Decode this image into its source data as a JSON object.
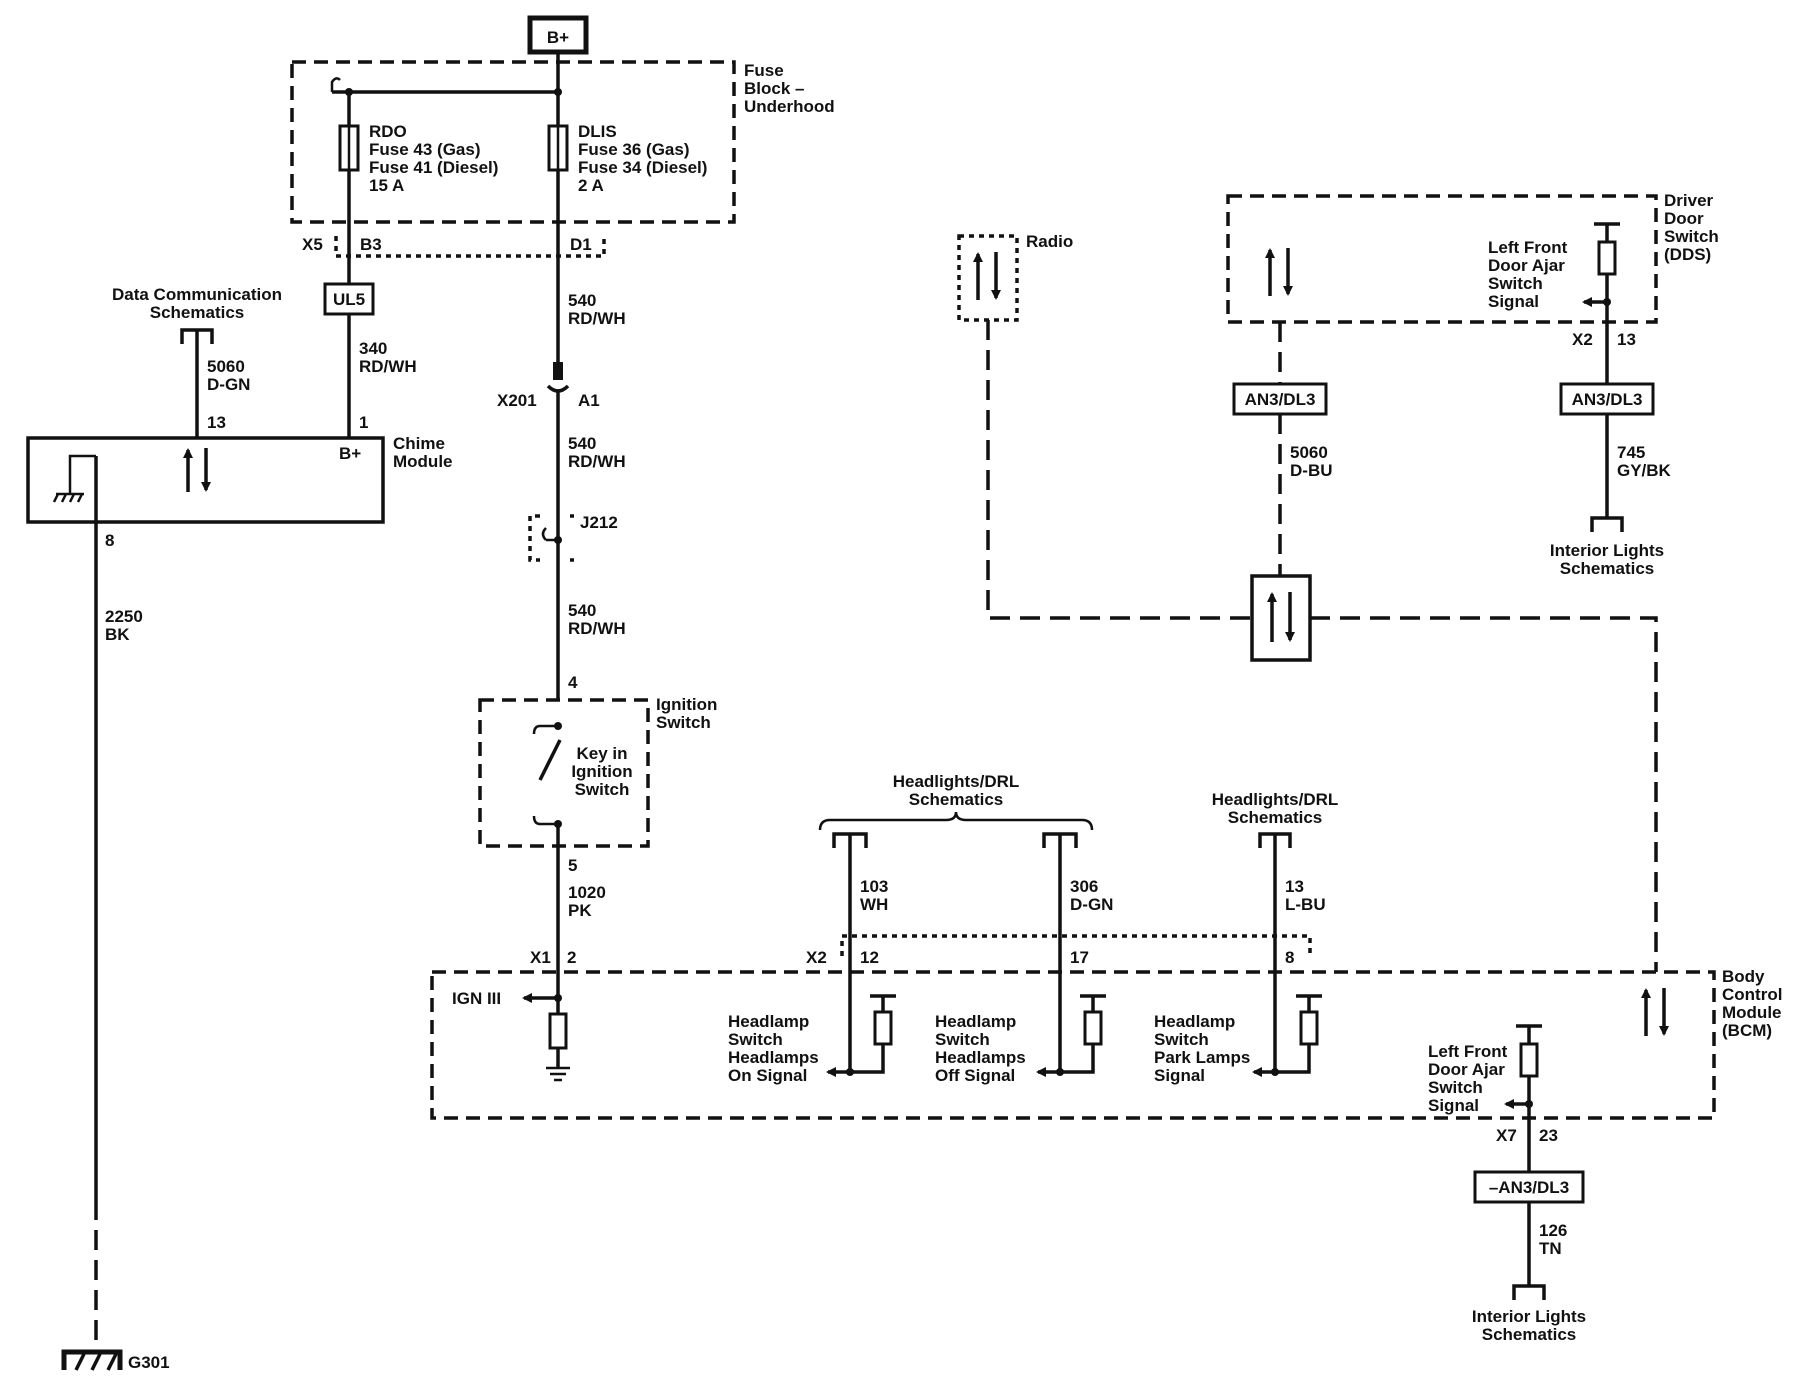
{
  "power": {
    "label": "B+"
  },
  "fuse_block": {
    "line1": "Fuse",
    "line2": "Block –",
    "line3": "Underhood"
  },
  "fuse_rdo": {
    "name": "RDO",
    "line1": "Fuse 43 (Gas)",
    "line2": "Fuse 41 (Diesel)",
    "rating": "15 A"
  },
  "fuse_dlis": {
    "name": "DLIS",
    "line1": "Fuse 36 (Gas)",
    "line2": "Fuse 34 (Diesel)",
    "rating": "2 A"
  },
  "fuse_block_connectors": {
    "x5": "X5",
    "b3": "B3",
    "d1": "D1"
  },
  "ul5": {
    "label": "UL5"
  },
  "data_comm": {
    "line1": "Data Communication",
    "line2": "Schematics"
  },
  "wire_5060_dgn": {
    "circuit": "5060",
    "color": "D-GN"
  },
  "wire_340": {
    "circuit": "340",
    "color": "RD/WH"
  },
  "chime": {
    "pin13": "13",
    "pin1": "1",
    "bplus": "B+",
    "line1": "Chime",
    "line2": "Module",
    "pin8": "8"
  },
  "wire_2250": {
    "circuit": "2250",
    "color": "BK"
  },
  "ground": {
    "label": "G301"
  },
  "wire_540_a": {
    "circuit": "540",
    "color": "RD/WH"
  },
  "x201": {
    "connector": "X201",
    "pin": "A1"
  },
  "wire_540_b": {
    "circuit": "540",
    "color": "RD/WH"
  },
  "j212": {
    "label": "J212"
  },
  "wire_540_c": {
    "circuit": "540",
    "color": "RD/WH"
  },
  "ignition": {
    "pin4": "4",
    "line1": "Ignition",
    "line2": "Switch",
    "key1": "Key in",
    "key2": "Ignition",
    "key3": "Switch",
    "pin5": "5"
  },
  "wire_1020": {
    "circuit": "1020",
    "color": "PK"
  },
  "bcm_x1": {
    "connector": "X1",
    "pin": "2"
  },
  "radio": {
    "label": "Radio"
  },
  "dds": {
    "line1": "Driver",
    "line2": "Door",
    "line3": "Switch",
    "line4": "(DDS)",
    "sig1": "Left Front",
    "sig2": "Door Ajar",
    "sig3": "Switch",
    "sig4": "Signal",
    "connector": "X2",
    "pin": "13"
  },
  "option_left": {
    "label": "AN3/DL3"
  },
  "option_right": {
    "label": "AN3/DL3"
  },
  "wire_5060_dbu": {
    "circuit": "5060",
    "color": "D-BU"
  },
  "wire_745": {
    "circuit": "745",
    "color": "GY/BK"
  },
  "interior_lights_top": {
    "line1": "Interior Lights",
    "line2": "Schematics"
  },
  "headlights_drl_a": {
    "line1": "Headlights/DRL",
    "line2": "Schematics"
  },
  "headlights_drl_b": {
    "line1": "Headlights/DRL",
    "line2": "Schematics"
  },
  "wire_103": {
    "circuit": "103",
    "color": "WH"
  },
  "wire_306": {
    "circuit": "306",
    "color": "D-GN"
  },
  "wire_13": {
    "circuit": "13",
    "color": "L-BU"
  },
  "bcm_x2": {
    "connector": "X2",
    "pin12": "12",
    "pin17": "17",
    "pin8": "8"
  },
  "bcm": {
    "line1": "Body",
    "line2": "Control",
    "line3": "Module",
    "line4": "(BCM)",
    "ign": "IGN III",
    "s1a": "Headlamp",
    "s1b": "Switch",
    "s1c": "Headlamps",
    "s1d": "On Signal",
    "s2a": "Headlamp",
    "s2b": "Switch",
    "s2c": "Headlamps",
    "s2d": "Off Signal",
    "s3a": "Headlamp",
    "s3b": "Switch",
    "s3c": "Park Lamps",
    "s3d": "Signal",
    "s4a": "Left Front",
    "s4b": "Door Ajar",
    "s4c": "Switch",
    "s4d": "Signal"
  },
  "bcm_x7": {
    "connector": "X7",
    "pin": "23"
  },
  "option_bottom": {
    "label": "–AN3/DL3"
  },
  "wire_126": {
    "circuit": "126",
    "color": "TN"
  },
  "interior_lights_bottom": {
    "line1": "Interior Lights",
    "line2": "Schematics"
  }
}
